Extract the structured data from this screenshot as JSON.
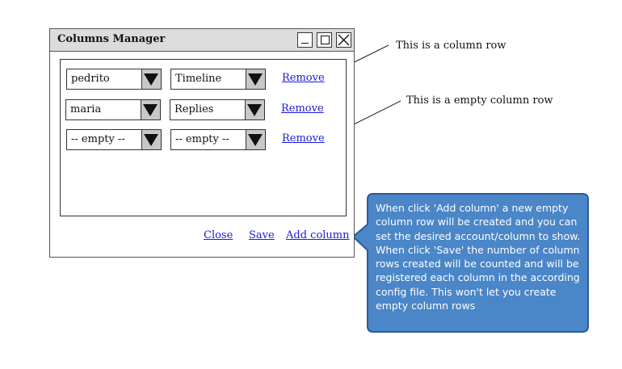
{
  "window": {
    "title": "Columns Manager"
  },
  "rows": [
    {
      "account": "pedrito",
      "column": "Timeline",
      "remove_label": "Remove"
    },
    {
      "account": "maria",
      "column": "Replies",
      "remove_label": "Remove"
    },
    {
      "account": "-- empty --",
      "column": "-- empty --",
      "remove_label": "Remove"
    }
  ],
  "footer": {
    "close_label": "Close",
    "save_label": "Save",
    "add_label": "Add column"
  },
  "annotations": {
    "column_row": "This is a column row",
    "empty_row": "This is a empty column row",
    "callout": "When click 'Add column' a new empty column row will be created and you can set the desired account/column to show. When click 'Save' the number of column rows created will be counted and will be registered each column in the according config file. This won't let you create empty column rows"
  },
  "colors": {
    "callout_fill": "#4a86c8",
    "callout_border": "#2b5a9a",
    "link": "#1a1adc"
  }
}
